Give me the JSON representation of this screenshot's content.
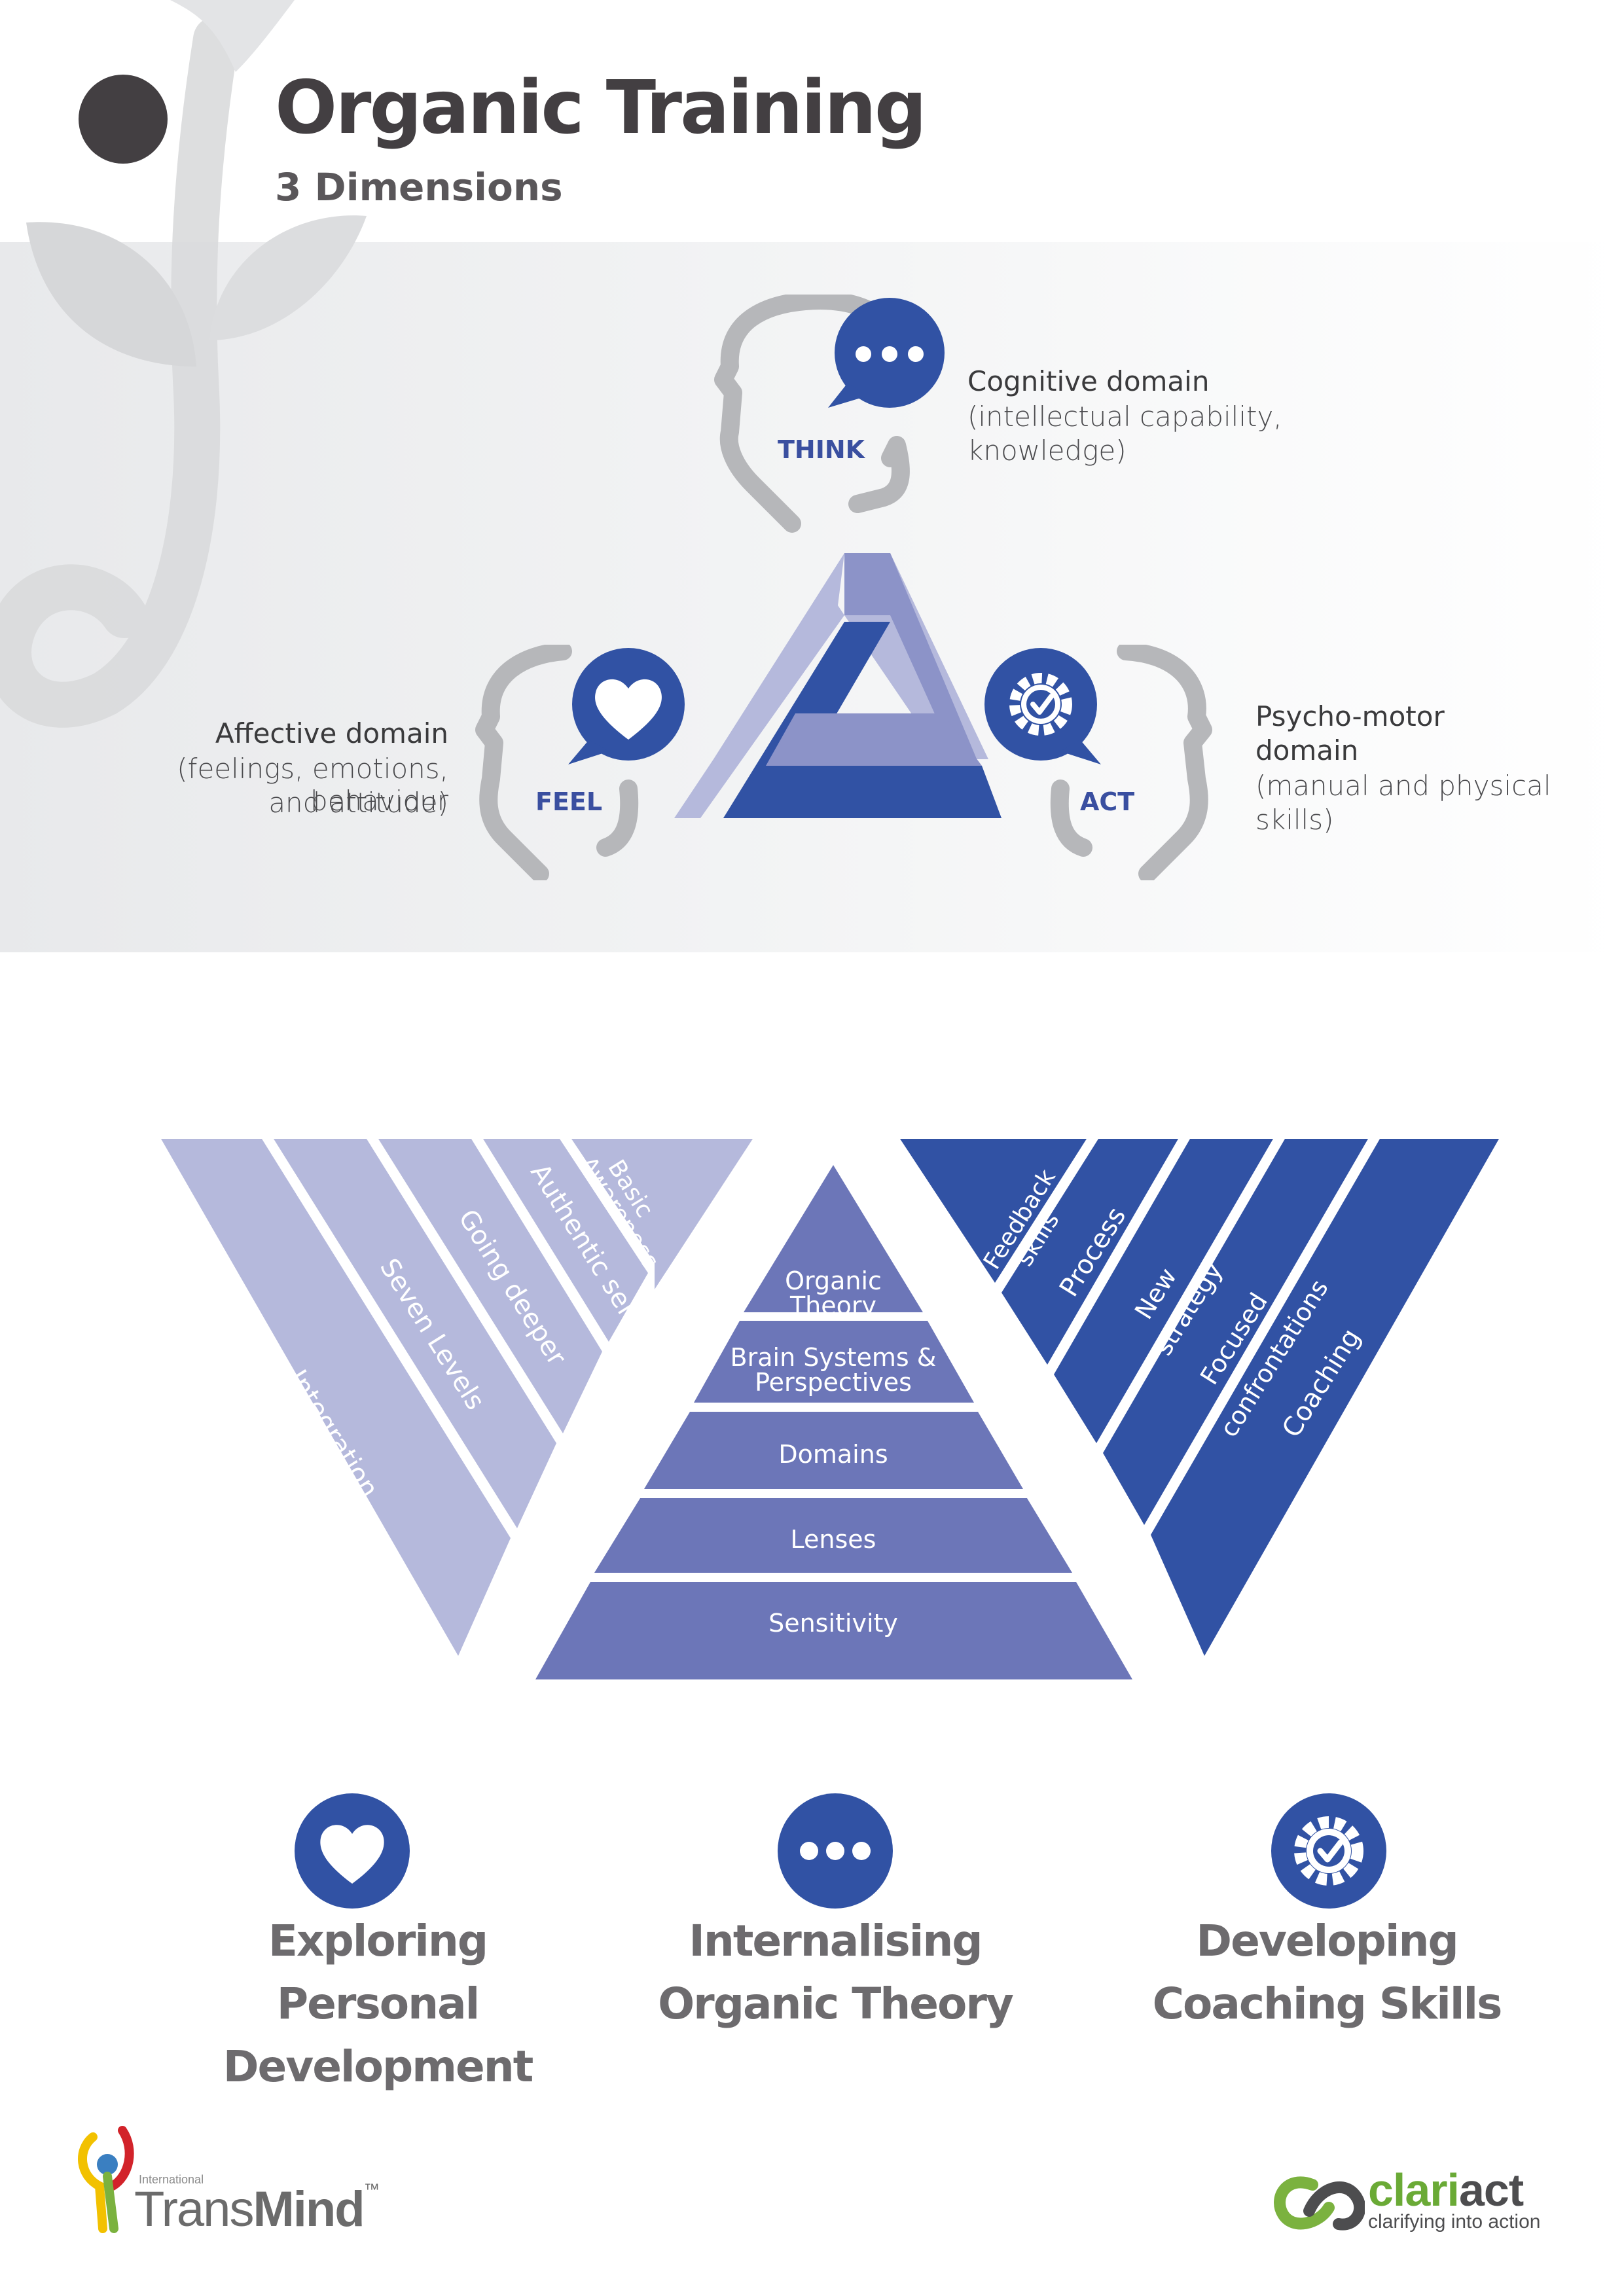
{
  "header": {
    "title": "Organic Training",
    "subtitle": "3 Dimensions"
  },
  "dimensions": {
    "think": {
      "head_label": "THINK",
      "domain_title": "Cognitive domain",
      "domain_desc_line1": "(intellectual capability,",
      "domain_desc_line2": "knowledge)",
      "icon": "speech-bubble-dots-icon"
    },
    "feel": {
      "head_label": "FEEL",
      "domain_title": "Affective domain",
      "domain_desc_line1": "(feelings, emotions, behaviour",
      "domain_desc_line2": "and attitude)",
      "icon": "heart-icon"
    },
    "act": {
      "head_label": "ACT",
      "domain_title_line1": "Psycho-motor",
      "domain_title_line2": "domain",
      "domain_desc_line1": "(manual and physical",
      "domain_desc_line2": "skills)",
      "icon": "gear-check-icon"
    }
  },
  "left_triangle": {
    "color": "#b5b9dc",
    "stripes": [
      {
        "line1": "Integration",
        "line2": ""
      },
      {
        "line1": "Seven Levels",
        "line2": ""
      },
      {
        "line1": "Going deeper",
        "line2": ""
      },
      {
        "line1": "Authentic self",
        "line2": ""
      },
      {
        "line1": "Basic",
        "line2": "Awareness"
      }
    ]
  },
  "pyramid": {
    "color": "#6c76b8",
    "levels": [
      {
        "line1": "Organic",
        "line2": "Theory"
      },
      {
        "line1": "Brain Systems &",
        "line2": "Perspectives"
      },
      {
        "line1": "Domains",
        "line2": ""
      },
      {
        "line1": "Lenses",
        "line2": ""
      },
      {
        "line1": "Sensitivity",
        "line2": ""
      }
    ]
  },
  "right_triangle": {
    "color": "#3152a4",
    "stripes": [
      {
        "line1": "Feedback",
        "line2": "skills"
      },
      {
        "line1": "Process",
        "line2": ""
      },
      {
        "line1": "New",
        "line2": "strategy"
      },
      {
        "line1": "Focused",
        "line2": "confrontations"
      },
      {
        "line1": "Coaching",
        "line2": ""
      }
    ]
  },
  "outcomes": [
    {
      "line1": "Exploring",
      "line2": "Personal Development",
      "icon": "heart-icon"
    },
    {
      "line1": "Internalising",
      "line2": "Organic Theory",
      "icon": "speech-bubble-dots-icon"
    },
    {
      "line1": "Developing",
      "line2": "Coaching Skills",
      "icon": "gear-check-icon"
    }
  ],
  "logos": {
    "left": {
      "small": "International",
      "main1": "Trans",
      "main2": "Mind",
      "tm": "™"
    },
    "right": {
      "brand1": "clari",
      "brand2": "act",
      "tagline": "clarifying into action"
    }
  },
  "colors": {
    "dark": "#433f42",
    "accent_blue": "#3152a4",
    "mid_blue": "#6c76b8",
    "light_blue": "#b5b9dc",
    "grey_head": "#b6b7ba",
    "label_grey": "#6d6b6e"
  }
}
